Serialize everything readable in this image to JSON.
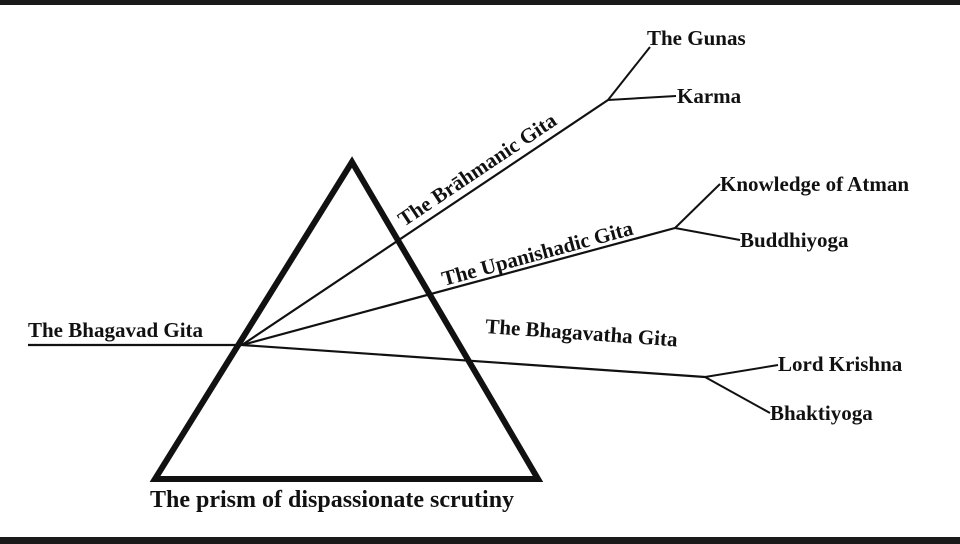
{
  "diagram": {
    "source": "The Bhagavad Gita",
    "prism_caption": "The prism of dispassionate scrutiny",
    "branches": [
      {
        "label": "The Brāhmanic Gita",
        "children": [
          "The Gunas",
          "Karma"
        ]
      },
      {
        "label": "The Upanishadic Gita",
        "children": [
          "Knowledge of Atman",
          "Buddhiyoga"
        ]
      },
      {
        "label": "The Bhagavatha Gita",
        "children": [
          "Lord Krishna",
          "Bhaktiyoga"
        ]
      }
    ]
  }
}
